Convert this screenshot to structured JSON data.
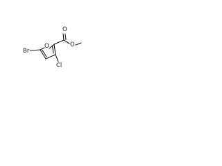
{
  "molecule": {
    "atoms": {
      "bromine": "Br",
      "ring_oxygen": "O",
      "chlorine": "Cl",
      "carbonyl_oxygen": "O",
      "ester_oxygen": "O"
    }
  }
}
